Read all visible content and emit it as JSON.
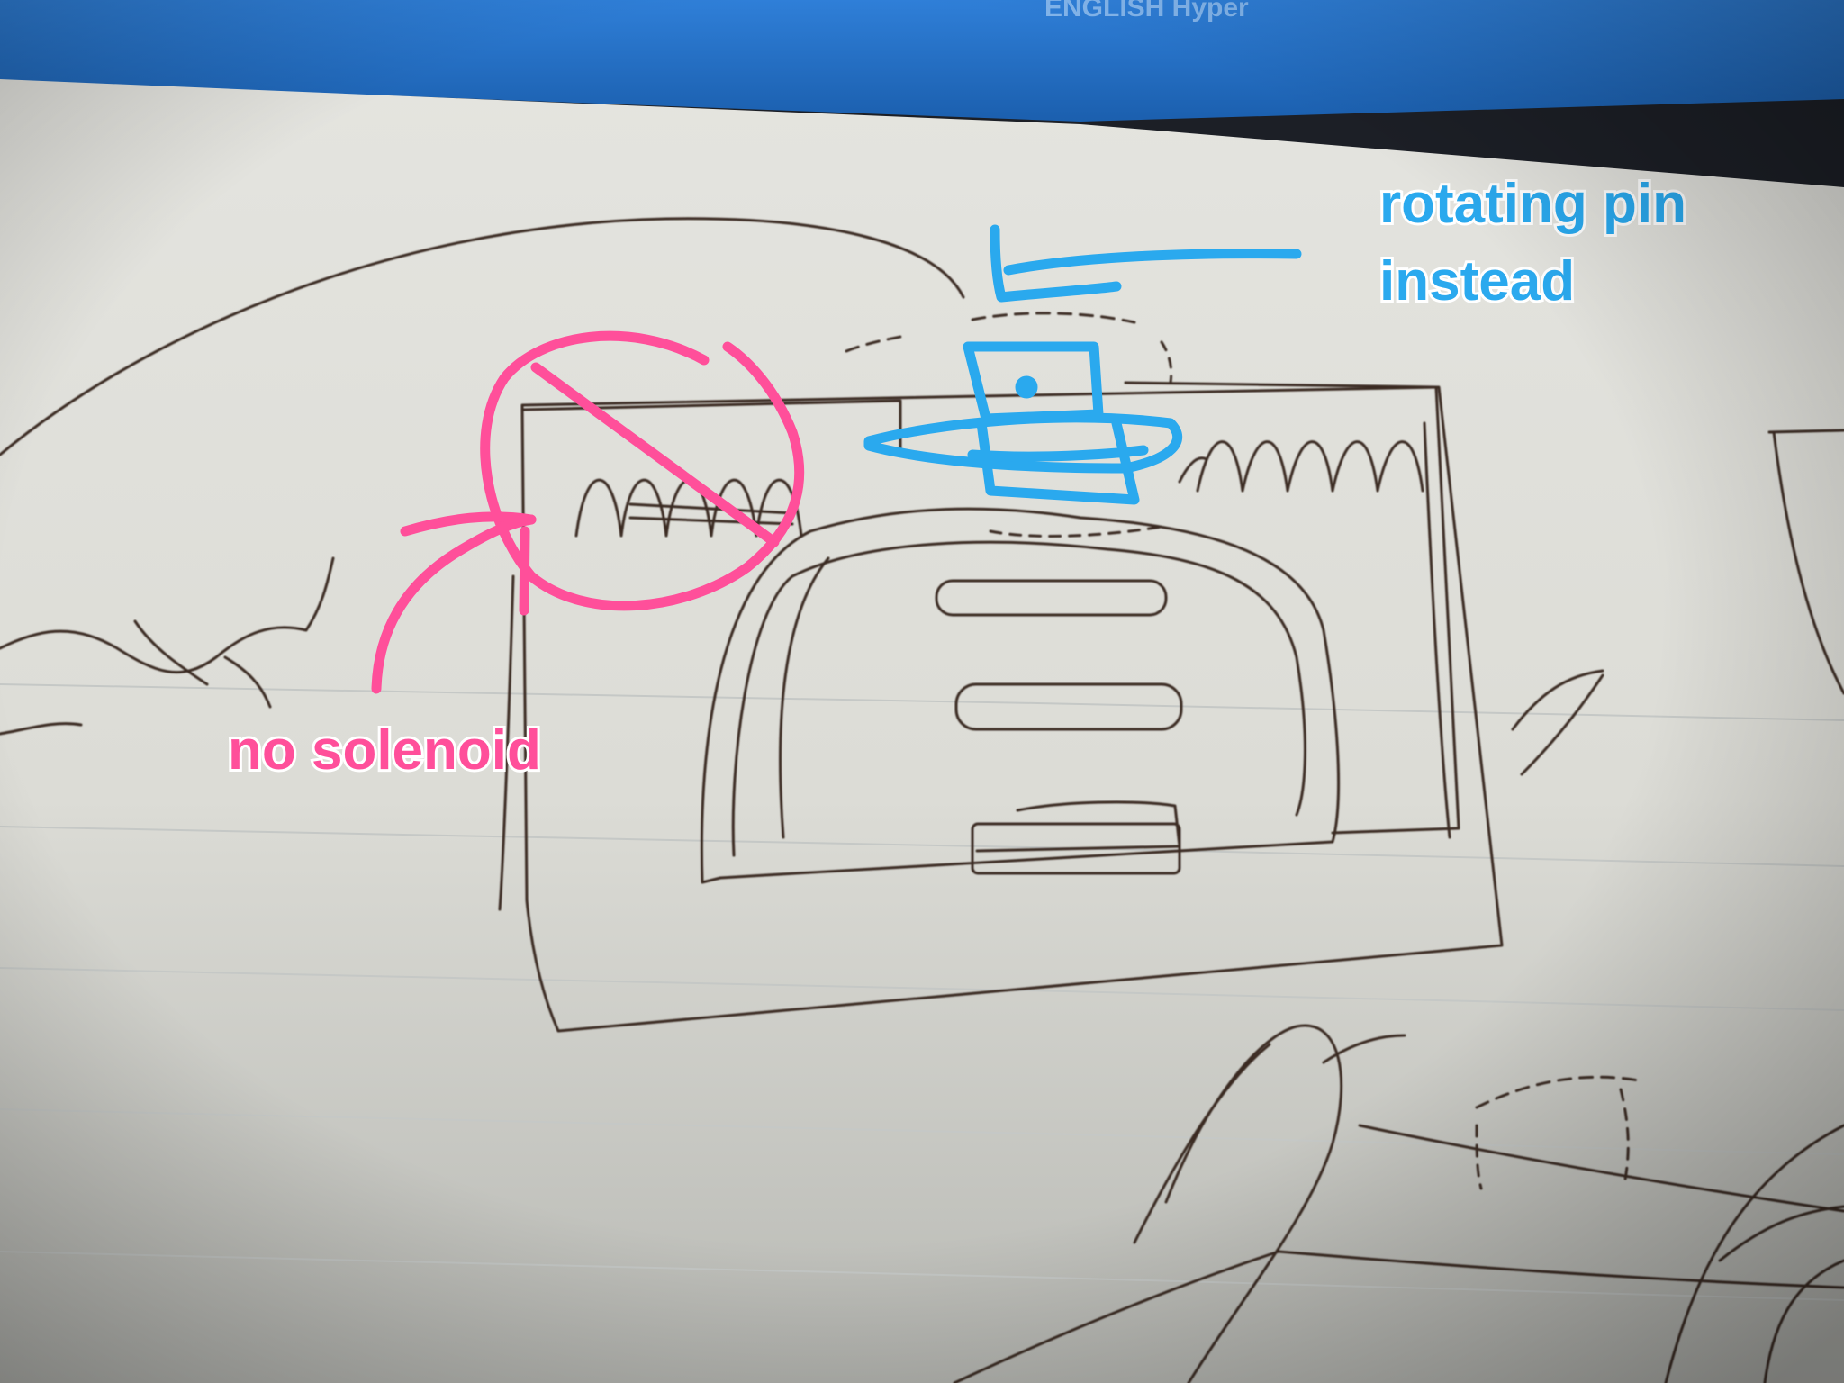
{
  "photo": {
    "subject": "sketch-of-device-on-lined-notebook-paper",
    "background_screen_text": "ENGLISH Hyper"
  },
  "annotations": {
    "pin_note": {
      "line1": "rotating pin",
      "line2": "instead",
      "color": "#2aa9ee"
    },
    "solenoid_note": {
      "text": "no solenoid",
      "color": "#ff4f9a"
    }
  },
  "colors": {
    "paper": "#dcdcd6",
    "paper_shadow": "#b9bab5",
    "ink": "#3a2b24",
    "screen_blue": "#2f7fd8",
    "desk_dark": "#1c1f26"
  }
}
